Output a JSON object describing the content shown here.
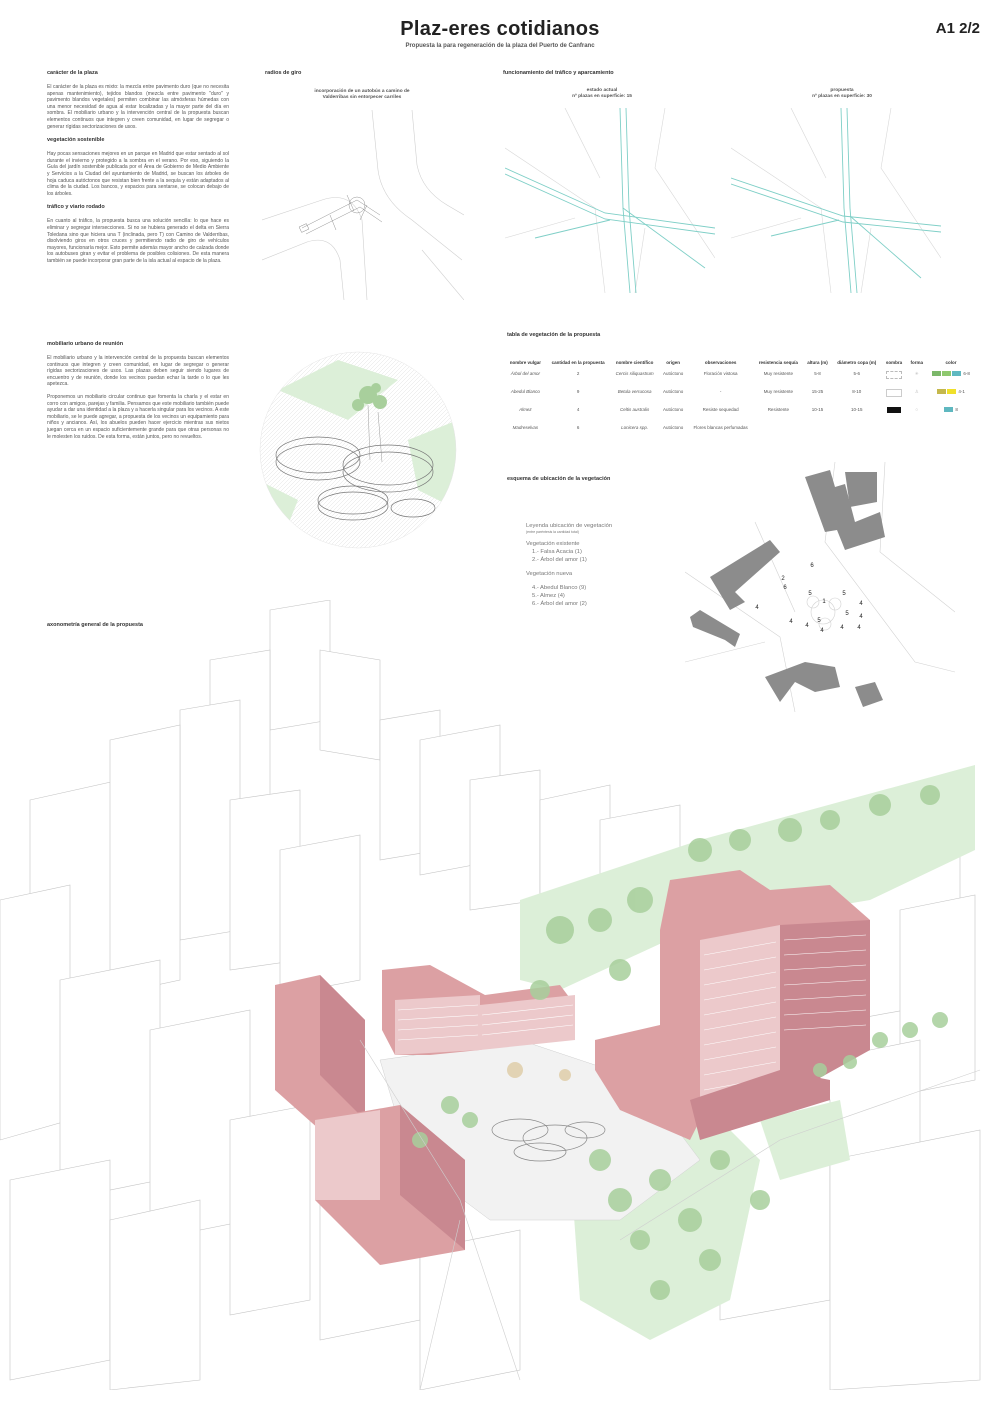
{
  "header": {
    "title": "Plaz-eres cotidianos",
    "subtitle": "Propuesta la para regeneración de la plaza del Puerto de Canfranc",
    "sheet": "A1 2/2"
  },
  "left_text": {
    "s1_title": "carácter de la plaza",
    "s1_body": "El carácter de la plaza es mixto: la mezcla entre pavimento duro (que no necesita apenas mantenimiento), tejidos blandos (mezcla entre pavimento \"duro\" y pavimento blandos vegetales) permiten combinar las atmósferas húmedas con una menor necesidad de agua al estar localizadas y la mayor parte del día en sombra. El mobiliario urbano y la intervención central de la propuesta buscan elementos continuos que integren y creen comunidad, en lugar de segregar o generar rígidas sectorizaciones de usos.",
    "s2_title": "vegetación sostenible",
    "s2_body": "Hay pocas sensaciones mejores en un parque en Madrid que estar sentado al sol durante el invierno y protegido a la sombra en el verano. Por eso, siguiendo la Guía del jardín sostenible publicada por el Área de Gobierno de Medio Ambiente y Servicios a la Ciudad del ayuntamiento de Madrid, se buscan los árboles de hoja caduca autóctonos que resistan bien frente a la sequía y están adaptados al clima de la ciudad. Los bancos, y espacios para sentarse, se colocan debajo de los árboles.",
    "s3_title": "tráfico y viario rodado",
    "s3_body": "En cuanto al tráfico, la propuesta busca una solución sencilla: lo que hace es eliminar y segregar intersecciones. Si no se hubiera generado el delta en Sierra Toledana sino que hiciera una T (inclinada, pero T) con Camino de Valderribas, disolviendo giros en otros cruces y permitiendo radio de giro de vehículos mayores, funcionaría mejor. Esto permite además mayor ancho de calzada donde los autobuses giran y evitar el problema de posibles colisiones. De esta manera también se puede incorporar gran parte de la isla actual al espacio de la plaza.",
    "s4_title": "mobiliario urbano de reunión",
    "s4_body1": "El mobiliario urbano y la intervención central de la propuesta buscan elementos continuos que integren y creen comunidad, en lugar de segregar o generar rígidas sectorizaciones de usos. Las plazas deben seguir siendo lugares de encuentro y de reunión, donde los vecinos puedan echar la tarde o lo que les apetezca.",
    "s4_body2": "Proponemos un mobiliario circular continuo que fomenta la charla y el estar en corro con amigos, parejas y familia. Pensamos que este mobiliario también puede ayudar a dar una identidad a la plaza y a hacerla singular para los vecinos. A este mobiliario, se le puede agregar, a propuesta de los vecinos un equipamiento para niños y ancianos. Así, los abuelos pueden hacer ejercicio mientras sus nietos juegan cerca en un espacio suficientemente grande para que otras personas no le molesten los ruidos. De esta forma, están juntos, pero no revueltos.",
    "s5_title": "axonometría general de la propuesta"
  },
  "radios": {
    "title": "radios de giro",
    "caption": "incorporación de un autobús a camino de Valderribas sin entorpecer carriles"
  },
  "traffic": {
    "title": "funcionamiento del tráfico y aparcamiento",
    "current_caption": "estado actual",
    "current_sub": "nº plazas en superficie: 15",
    "proposal_caption": "propuesta",
    "proposal_sub": "nº plazas en superficie: 30"
  },
  "veg_table": {
    "title": "tabla de vegetación de la propuesta",
    "headers": [
      "nombre vulgar",
      "cantidad en la propuesta",
      "nombre científico",
      "origen",
      "observaciones",
      "resistencia sequía",
      "altura (m)",
      "diámetro copa (m)",
      "sombra",
      "forma",
      "color"
    ],
    "rows": [
      {
        "name": "Árbol del amor",
        "qty": "2",
        "sci": "Cercis siliquastrum",
        "origin": "Autóctono",
        "obs": "Floración vistosa",
        "res": "Muy resistente",
        "h": "5-8",
        "d": "5-6",
        "color_note": "6-8"
      },
      {
        "name": "Abedul Blanco",
        "qty": "9",
        "sci": "Betula verrucosa",
        "origin": "Autóctono",
        "obs": "-",
        "res": "Muy resistente",
        "h": "15-25",
        "d": "8-10",
        "color_note": "4-1"
      },
      {
        "name": "Almez",
        "qty": "4",
        "sci": "Celtis australis",
        "origin": "Autóctono",
        "obs": "Resiste sequedad",
        "res": "Resistente",
        "h": "10-15",
        "d": "10-15",
        "color_note": "8"
      },
      {
        "name": "Madreselvas",
        "qty": "6",
        "sci": "Lonicera spp.",
        "origin": "Autóctono",
        "obs": "Flores blancas perfumadas",
        "res": "",
        "h": "",
        "d": "",
        "color_note": ""
      }
    ],
    "colors": [
      "#7cb86a",
      "#74c7c0",
      "#c5b84c",
      "#f0e02a",
      "#5fb8c0"
    ]
  },
  "scheme": {
    "title": "esquema de ubicación de la vegetación",
    "legend_title": "Leyenda ubicación de vegetación",
    "legend_note": "(entre paréntesis la cantidad total)",
    "existing_title": "Vegetación existente",
    "existing": [
      "1.-   Falsa Acacia (1)",
      "2.-   Árbol del amor (1)"
    ],
    "new_title": "Vegetación nueva",
    "new": [
      "4.-   Abedul Blanco (9)",
      "5.-   Almez (4)",
      "6.-   Árbol del amor (2)"
    ],
    "marks": [
      {
        "t": "6"
      },
      {
        "t": "2"
      },
      {
        "t": "6"
      },
      {
        "t": "5"
      },
      {
        "t": "5"
      },
      {
        "t": "1"
      },
      {
        "t": "5"
      },
      {
        "t": "5"
      },
      {
        "t": "4"
      },
      {
        "t": "4"
      },
      {
        "t": "4"
      },
      {
        "t": "4"
      },
      {
        "t": "4"
      },
      {
        "t": "4"
      },
      {
        "t": "4"
      },
      {
        "t": "4"
      }
    ]
  },
  "palette": {
    "pink": "#dca0a3",
    "pink_dark": "#c98890",
    "pink_light": "#ecc9cb",
    "green": "#dcefd8",
    "tree": "#9cc68f",
    "line": "#b9b9b9",
    "cyan": "#7fcfc7",
    "grey_building": "#8c8c8c"
  }
}
